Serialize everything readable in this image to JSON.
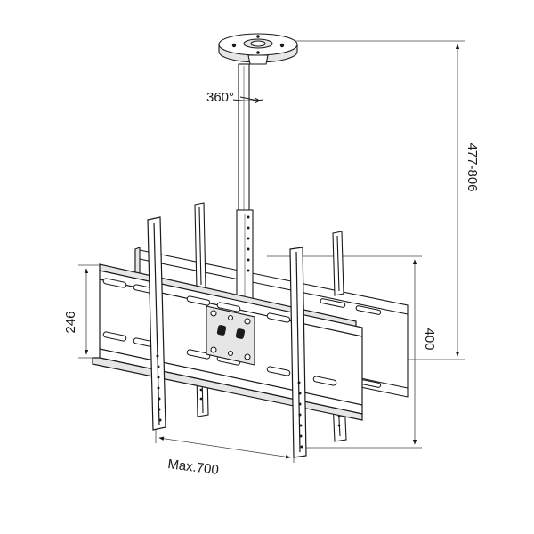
{
  "labels": {
    "rotation": "360°",
    "height_range": "477-806",
    "left_height": "246",
    "right_height": "400",
    "max_width": "Max.700"
  },
  "colors": {
    "line": "#1a1a1a",
    "fill": "#ffffff",
    "shade": "#e6e6e6",
    "dim": "#444444"
  }
}
